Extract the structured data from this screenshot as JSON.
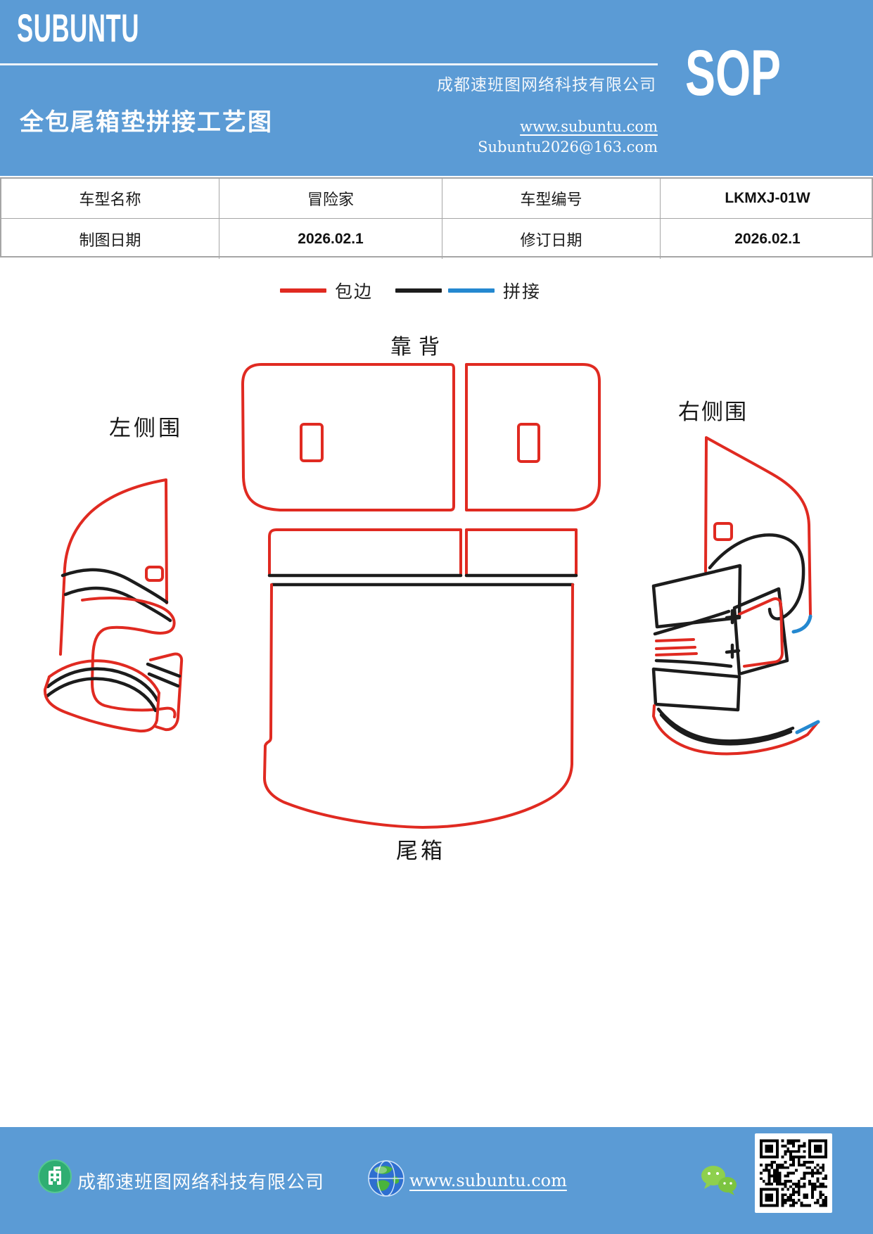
{
  "header": {
    "logo_text": "SUBUNTU",
    "title": "全包尾箱垫拼接工艺图",
    "company_name": "成都速班图网络科技有限公司",
    "website": "www.subuntu.com",
    "email": "Subuntu2026@163.com",
    "sop_label": "SOP",
    "bg_color": "#5b9bd5"
  },
  "info_table": {
    "border_color": "#a6a6a6",
    "rows": [
      {
        "cells": [
          "车型名称",
          "冒险家",
          "车型编号",
          "LKMXJ-01W"
        ]
      },
      {
        "cells": [
          "制图日期",
          "2026.02.1",
          "修订日期",
          "2026.02.1"
        ]
      }
    ]
  },
  "legend": {
    "edge_label": "包边",
    "splice_label": "拼接",
    "edge_color": "#e02a21",
    "splice_black_color": "#1c1c1c",
    "splice_blue_color": "#2488d0"
  },
  "diagram": {
    "labels": {
      "backrest": "靠背",
      "left_side": "左侧围",
      "right_side": "右侧围",
      "trunk": "尾箱"
    },
    "line_colors": {
      "edge_red": "#e02a21",
      "splice_black": "#1c1c1c",
      "splice_blue": "#2488d0"
    }
  },
  "footer": {
    "company_name": "成都速班图网络科技有限公司",
    "website": "www.subuntu.com",
    "bg_color": "#5b9bd5"
  }
}
